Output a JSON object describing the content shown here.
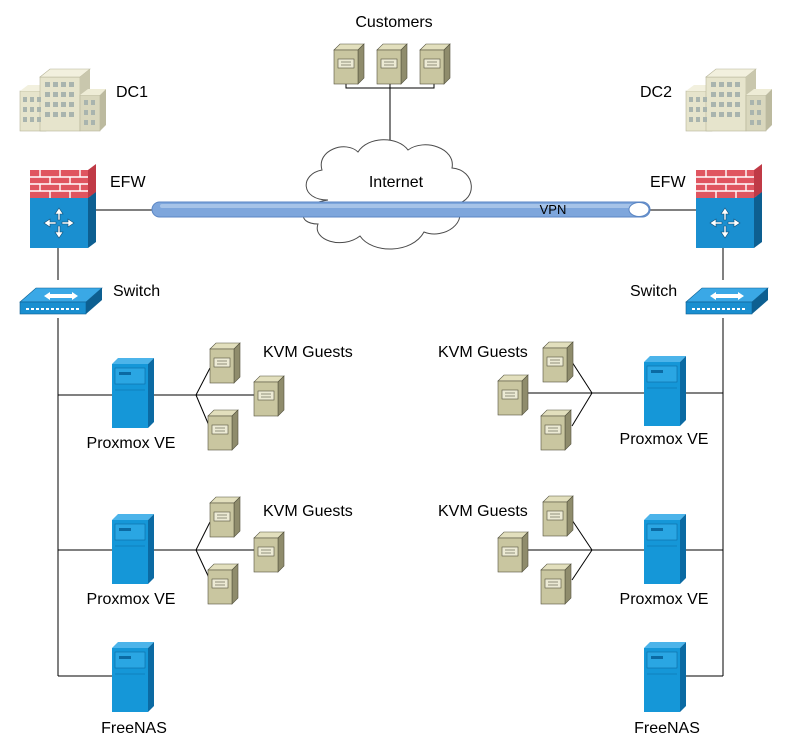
{
  "labels": {
    "customers": "Customers",
    "internet": "Internet",
    "vpn": "VPN",
    "dc1": "DC1",
    "dc2": "DC2",
    "efw_left": "EFW",
    "efw_right": "EFW",
    "switch_left": "Switch",
    "switch_right": "Switch",
    "kvm_left_1": "KVM Guests",
    "kvm_left_2": "KVM Guests",
    "kvm_right_1": "KVM Guests",
    "kvm_right_2": "KVM Guests",
    "proxmox_left_1": "Proxmox VE",
    "proxmox_left_2": "Proxmox VE",
    "proxmox_right_1": "Proxmox VE",
    "proxmox_right_2": "Proxmox VE",
    "freenas_left": "FreeNAS",
    "freenas_right": "FreeNAS"
  },
  "colors": {
    "firewall_brick": "#e05560",
    "network_blue": "#1a8fd0",
    "server_blue": "#1597d8",
    "guest_khaki": "#c9c6a0",
    "building": "#e6e4cc",
    "vpn_tube": "#7ea6dc",
    "cloud": "#ffffff"
  },
  "icons": {
    "building": "building-icon",
    "firewall": "firewall-icon",
    "switch": "switch-icon",
    "server": "server-icon",
    "guest": "guest-server-icon",
    "cloud": "cloud-icon"
  }
}
